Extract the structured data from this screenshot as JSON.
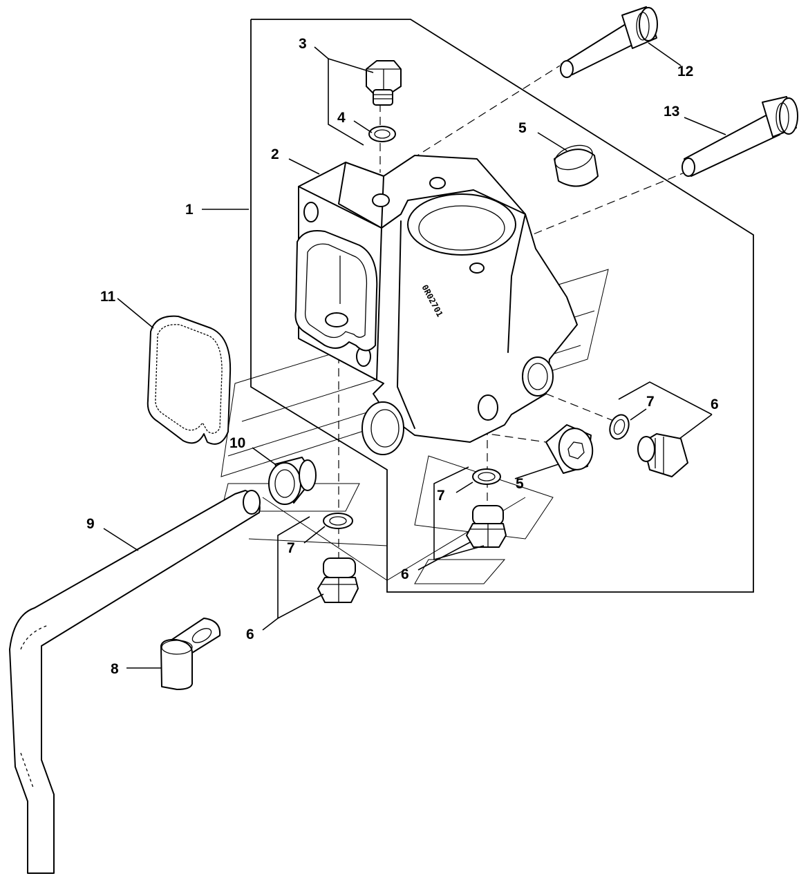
{
  "callouts": {
    "c1": "1",
    "c2": "2",
    "c3": "3",
    "c4": "4",
    "c5a": "5",
    "c5b": "5",
    "c6a": "6",
    "c6b": "6",
    "c6c": "6",
    "c7a": "7",
    "c7b": "7",
    "c7c": "7",
    "c8": "8",
    "c9": "9",
    "c10": "10",
    "c11": "11",
    "c12": "12",
    "c13": "13"
  },
  "housing_stamp": "0R02701",
  "colors": {
    "line": "#000000",
    "background": "#ffffff"
  }
}
